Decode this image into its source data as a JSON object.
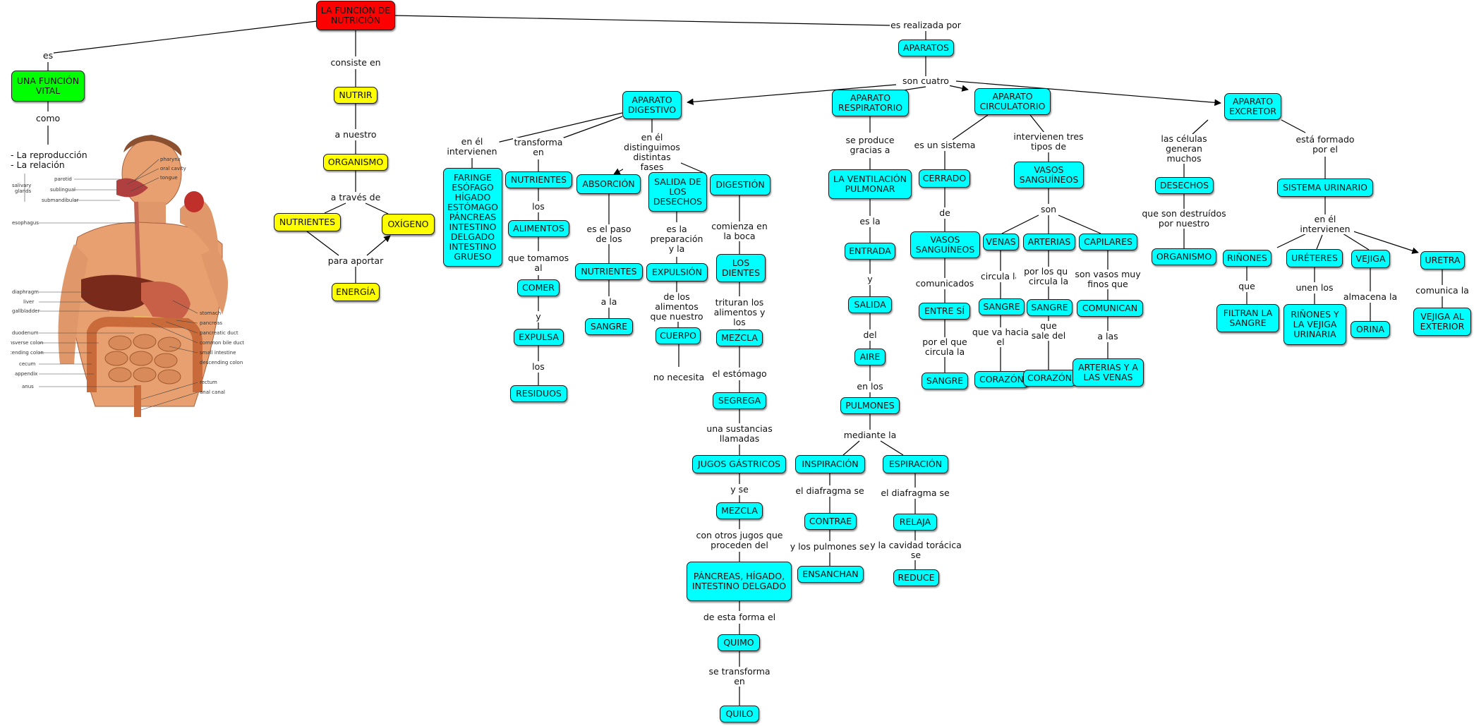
{
  "map": {
    "nodes": {
      "root": "LA FUNCIÓN DE NUTRICIÓN",
      "vital": "UNA FUNCIÓN VITAL",
      "nutrir": "NUTRIR",
      "organismo": "ORGANISMO",
      "nutrientes": "NUTRIENTES",
      "oxigeno": "OXÍGENO",
      "energia": "ENERGÍA",
      "aparatos": "APARATOS",
      "ap_dig": "APARATO DIGESTIVO",
      "ap_resp": "APARATO RESPIRATORIO",
      "ap_circ": "APARATO CIRCULATORIO",
      "ap_exc": "APARATO EXCRETOR",
      "faringe": "FARINGE ESÓFAGO HÍGADO ESTÓMAGO PÁNCREAS INTESTINO DELGADO INTESTINO GRUESO",
      "nutr_d": "NUTRIENTES",
      "alimentos": "ALIMENTOS",
      "comer": "COMER",
      "expulsa": "EXPULSA",
      "residuos": "RESIDUOS",
      "absorcion": "ABSORCIÓN",
      "nutr_a": "NUTRIENTES",
      "sangre_a": "SANGRE",
      "salida_des": "SALIDA DE LOS DESECHOS",
      "expulsion": "EXPULSIÓN",
      "cuerpo": "CUERPO",
      "digestion": "DIGESTIÓN",
      "dientes": "LOS DIENTES",
      "mezcla1": "MEZCLA",
      "segrega": "SEGREGA",
      "jugos": "JUGOS GÁSTRICOS",
      "mezcla2": "MEZCLA",
      "pancreas": "PÁNCREAS, HÍGADO, INTESTINO DELGADO",
      "quimo": "QUIMO",
      "quilo": "QUILO",
      "ventilacion": "LA VENTILACIÓN PULMONAR",
      "entrada": "ENTRADA",
      "salida": "SALIDA",
      "aire": "AIRE",
      "pulmones": "PULMONES",
      "inspiracion": "INSPIRACIÓN",
      "espiracion": "ESPIRACIÓN",
      "contrae": "CONTRAE",
      "ensanchan": "ENSANCHAN",
      "relaja": "RELAJA",
      "reduce": "REDUCE",
      "cerrado": "CERRADO",
      "vasos1": "VASOS SANGUÍNEOS",
      "entre_si": "ENTRE SÍ",
      "sangre_c": "SANGRE",
      "vasos2": "VASOS SANGUÍNEOS",
      "venas": "VENAS",
      "arterias": "ARTERIAS",
      "capilares": "CAPILARES",
      "sangre_v": "SANGRE",
      "corazon_v": "CORAZÓN",
      "sangre_ar": "SANGRE",
      "corazon_ar": "CORAZÓN",
      "comunican": "COMUNICAN",
      "art_venas": "ARTERIAS Y A LAS VENAS",
      "desechos": "DESECHOS",
      "organismo_e": "ORGANISMO",
      "sis_urinario": "SISTEMA URINARIO",
      "rinones": "RIÑONES",
      "ureteres": "URÉTERES",
      "vejiga": "VEJIGA",
      "uretra": "URETRA",
      "filtran": "FILTRAN LA SANGRE",
      "rin_vej": "RIÑONES Y LA VEJIGA URINARIA",
      "orina": "ORINA",
      "vejiga_ext": "VEJIGA AL EXTERIOR"
    },
    "labels": {
      "es": "es",
      "como": "como",
      "consiste_en": "consiste en",
      "a_nuestro": "a nuestro",
      "a_traves_de": "a través de",
      "para_aportar": "para aportar",
      "es_realizada_por": "es realizada por",
      "son_cuatro": "son cuatro",
      "en_el_intervienen": "en él intervienen",
      "transforma_en": "transforma en",
      "en_el_fases": "en él distinguimos distintas fases",
      "los1": "los",
      "que_tomamos_al": "que tomamos al",
      "y1": "y",
      "los2": "los",
      "es_el_paso": "es el paso de los",
      "a_la": "a la",
      "es_la_prep": "es la preparación y la",
      "de_los_alimentos": "de los alimentos que nuestro",
      "no_necesita": "no necesita",
      "comienza": "comienza en la boca",
      "trituran": "trituran los alimentos y los",
      "el_estomago": "el estómago",
      "una_sustancias": "una sustancias llamadas",
      "y_se": "y se",
      "con_otros": "con otros jugos que proceden del",
      "de_esta_forma": "de esta forma el",
      "se_transforma": "se transforma en",
      "se_produce": "se produce gracias a",
      "es_la": "es la",
      "y2": "y",
      "del": "del",
      "en_los": "en los",
      "mediante_la": "mediante la",
      "diafragma1": "el diafragma se",
      "pulmones_se": "y los pulmones se",
      "diafragma2": "el diafragma se",
      "cavidad": "y la cavidad torácica se",
      "es_un_sistema": "es un sistema",
      "de1": "de",
      "comunicados": "comunicados",
      "por_el_que": "por el que circula la",
      "intervienen_tres": "intervienen tres tipos de",
      "son": "son",
      "circula_la": "circula la",
      "que_va_hacia": "que va hacia el",
      "por_los_que": "por los que circula la",
      "que_sale_del": "que sale del",
      "son_vasos": "son vasos muy finos que",
      "a_las": "a las",
      "las_celulas": "las células generan muchos",
      "que_son_destruidos": "que son destruídos por nuestro",
      "esta_formado": "está formado por el",
      "en_el_intervienen2": "en él intervienen",
      "que": "que",
      "unen_los": "unen los",
      "almacena_la": "almacena la",
      "comunica_la": "comunica la"
    },
    "free_text": {
      "reproduccion": "- La reproducción",
      "relacion": "- La relación"
    }
  },
  "anatomy": {
    "left_labels": {
      "parotid": "parotid",
      "salivary": "salivary",
      "glands": "glands",
      "sublingual": "sublingual",
      "submandibular": "submandibular",
      "esophagus": "esophagus",
      "diaphragm": "diaphragm",
      "liver": "liver",
      "gallbladder": "gallbladder",
      "duodenum": "duodenum",
      "transverse": "transverse colon",
      "ascending": "ascending colon",
      "cecum": "cecum",
      "appendix": "appendix",
      "anus": "anus"
    },
    "right_labels": {
      "pharynx": "pharynx",
      "oral": "oral cavity",
      "tongue": "tongue",
      "stomach": "stomach",
      "pancreas": "pancreas",
      "pduct": "pancreatic duct",
      "bile": "common bile duct",
      "small": "small intestine",
      "descending": "descending colon",
      "rectum": "rectum",
      "anal": "anal canal"
    },
    "colors": {
      "skin": "#e8a070",
      "liver": "#7a2a1a",
      "stomach": "#c86048",
      "intestine": "#d98a5a",
      "colon": "#c86a3a"
    }
  }
}
